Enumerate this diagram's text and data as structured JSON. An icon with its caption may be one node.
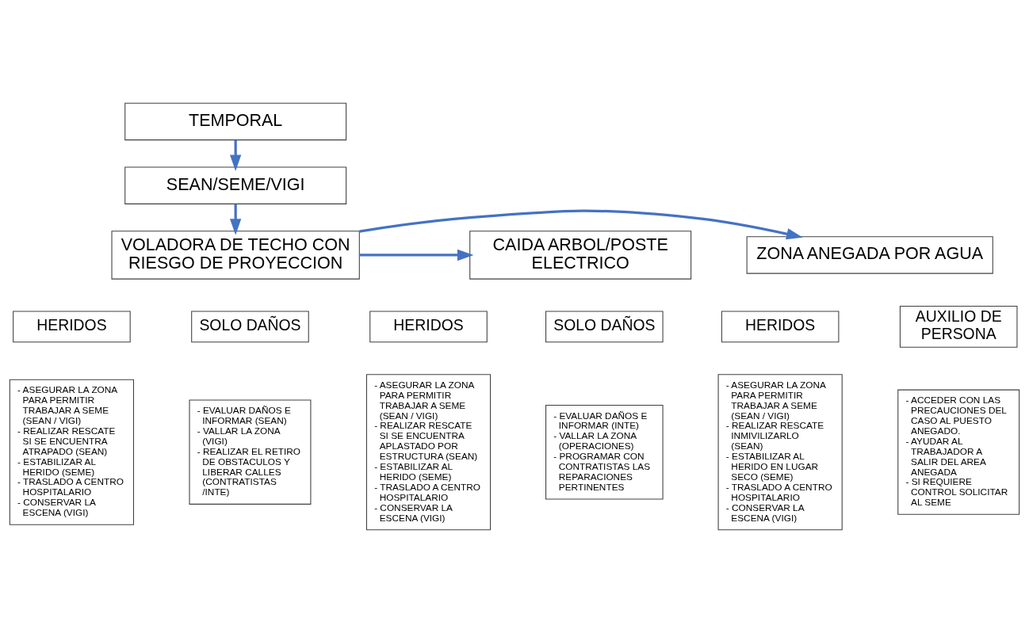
{
  "diagram": {
    "nodes": [
      {
        "text": [
          "TEMPORAL"
        ]
      },
      {
        "text": [
          "SEAN/SEME/VIGI"
        ]
      },
      {
        "text": [
          "CAIDA ARBOL/POSTE ELECTRICO"
        ]
      },
      {
        "text": [
          "VOLADORA DE TECHO CON RIESGO DE PROYECCION"
        ]
      },
      {
        "text": [
          "ZONA ANEGADA POR AGUA"
        ]
      },
      {
        "text": [
          "HERIDOS"
        ]
      },
      {
        "text": [
          "SOLO DAÑOS"
        ]
      },
      {
        "text": [
          "HERIDOS"
        ]
      },
      {
        "text": [
          "SOLO DAÑOS"
        ]
      },
      {
        "text": [
          "HERIDOS"
        ]
      },
      {
        "text": [
          "AUXILIO DE PERSONA"
        ]
      },
      {
        "text": [
          "- ASEGURAR LA ZONA PARA PERMITIR TRABAJAR A SEME (SEAN / VIGI)",
          "- REALIZAR RESCATE SI SE ENCUENTRA ATRAPADO (SEAN)",
          "- ESTABILIZAR AL HERIDO (SEME)",
          "- TRASLADO A CENTRO HOSPITALARIO",
          "- CONSERVAR LA ESCENA (VIGI)"
        ]
      },
      {
        "text": [
          "- EVALUAR DAÑOS E INFORMAR (SEAN)",
          "- VALLAR LA ZONA (VIGI)",
          "- REALIZAR EL RETIRO DE OBSTACULOS Y LIBERAR CALLES (CONTRATISTAS /INTE)"
        ]
      },
      {
        "text": [
          "- ASEGURAR LA ZONA PARA PERMITIR TRABAJAR A SEME (SEAN / VIGI)",
          "- REALIZAR RESCATE SI SE ENCUENTRA APLASTADO POR ESTRUCTURA (SEAN)",
          "- ESTABILIZAR AL HERIDO (SEME)",
          "- TRASLADO A CENTRO HOSPITALARIO",
          "- CONSERVAR LA ESCENA (VIGI)"
        ]
      },
      {
        "text": [
          "- EVALUAR DAÑOS E INFORMAR (INTE)",
          "- VALLAR LA ZONA (OPERACIONES)",
          "- PROGRAMAR CON CONTRATISTAS LAS REPARACIONES PERTINENTES"
        ]
      },
      {
        "text": [
          "- ASEGURAR LA ZONA PARA PERMITIR TRABAJAR A SEME (SEAN / VIGI)",
          "- REALIZAR RESCATE INMIVILIZARLO (SEAN)",
          "- ESTABILIZAR AL HERIDO EN LUGAR SECO (SEME)",
          "- TRASLADO A CENTRO HOSPITALARIO",
          "- CONSERVAR LA ESCENA (VIGI)"
        ]
      },
      {
        "text": [
          "- ACCEDER CON LAS PRECAUCIONES DEL CASO AL PUESTO ANEGADO.",
          "- AYUDAR AL TRABAJADOR A SALIR DEL AREA ANEGADA",
          "- SI REQUIERE CONTROL SOLICITAR AL SEME"
        ]
      }
    ],
    "edges": [
      {
        "from": 0,
        "to": 1,
        "arrow": "to"
      },
      {
        "from": 1,
        "to": 3,
        "arrow": "to"
      },
      {
        "from": 3,
        "to": 2,
        "arrow": "to"
      },
      {
        "from": 3,
        "to": 4,
        "arrow": "to"
      }
    ]
  }
}
